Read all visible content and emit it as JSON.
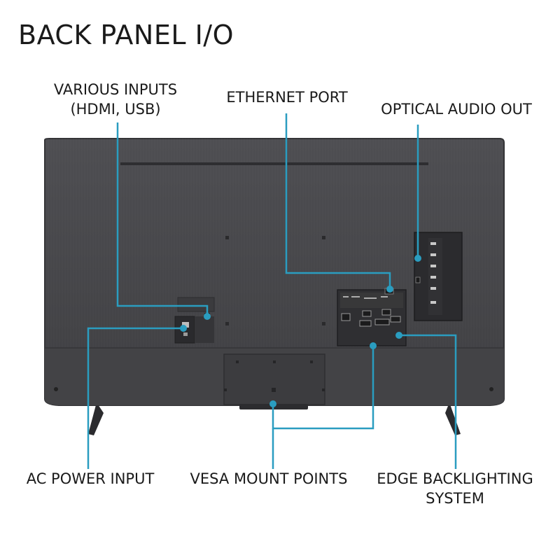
{
  "title": "BACK PANEL I/O",
  "labels": {
    "various_inputs": [
      "VARIOUS INPUTS",
      "(HDMI, USB)"
    ],
    "ethernet_port": "ETHERNET PORT",
    "optical_audio_out": "OPTICAL AUDIO OUT",
    "ac_power_input": "AC POWER INPUT",
    "vesa_mount_points": "VESA MOUNT POINTS",
    "edge_backlighting": [
      "EDGE BACKLIGHTING",
      "SYSTEM"
    ]
  },
  "colors": {
    "leader_line": "#2a9dc0",
    "tv_body": "#48484b",
    "tv_dark": "#3a3a3d",
    "text": "#1a1a1a"
  }
}
